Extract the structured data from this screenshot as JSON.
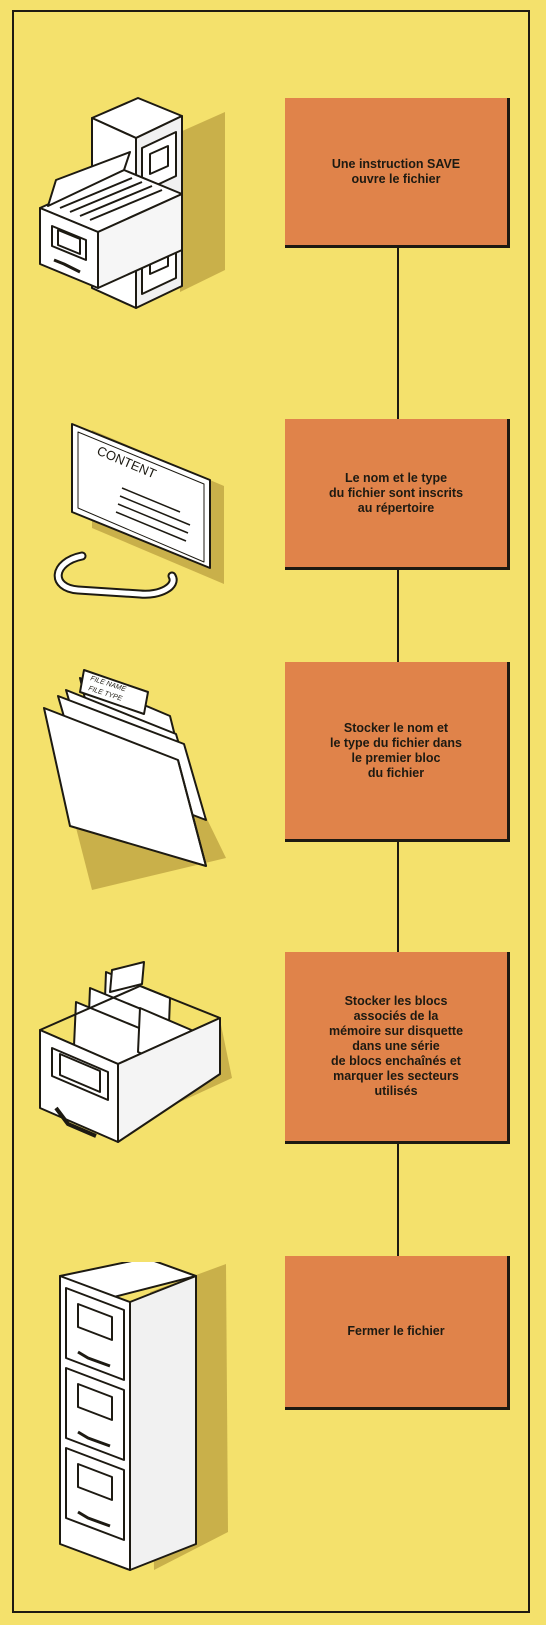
{
  "steps": [
    {
      "label": "Une instruction SAVE\nouvre le fichier",
      "icon": "filing-cabinet-open-drawer"
    },
    {
      "label": "Le nom et le type\ndu fichier sont inscrits\nau répertoire",
      "icon": "content-card"
    },
    {
      "label": "Stocker le nom et\nle type du fichier dans\nle premier bloc\ndu fichier",
      "icon": "folder"
    },
    {
      "label": "Stocker les blocs\nassociés de la\nmémoire sur disquette\ndans une série\nde blocs enchaînés et\nmarquer les secteurs\nutilisés",
      "icon": "card-index-drawer"
    },
    {
      "label": "Fermer le fichier",
      "icon": "filing-cabinet-closed"
    }
  ],
  "illustration_text": {
    "card": "CONTENT",
    "folder_tab_line1": "FILE NAME",
    "folder_tab_line2": "FILE TYPE"
  },
  "colors": {
    "background": "#f4e16c",
    "box": "#e0834a",
    "ink": "#1d1a12",
    "paper": "#ffffff"
  }
}
